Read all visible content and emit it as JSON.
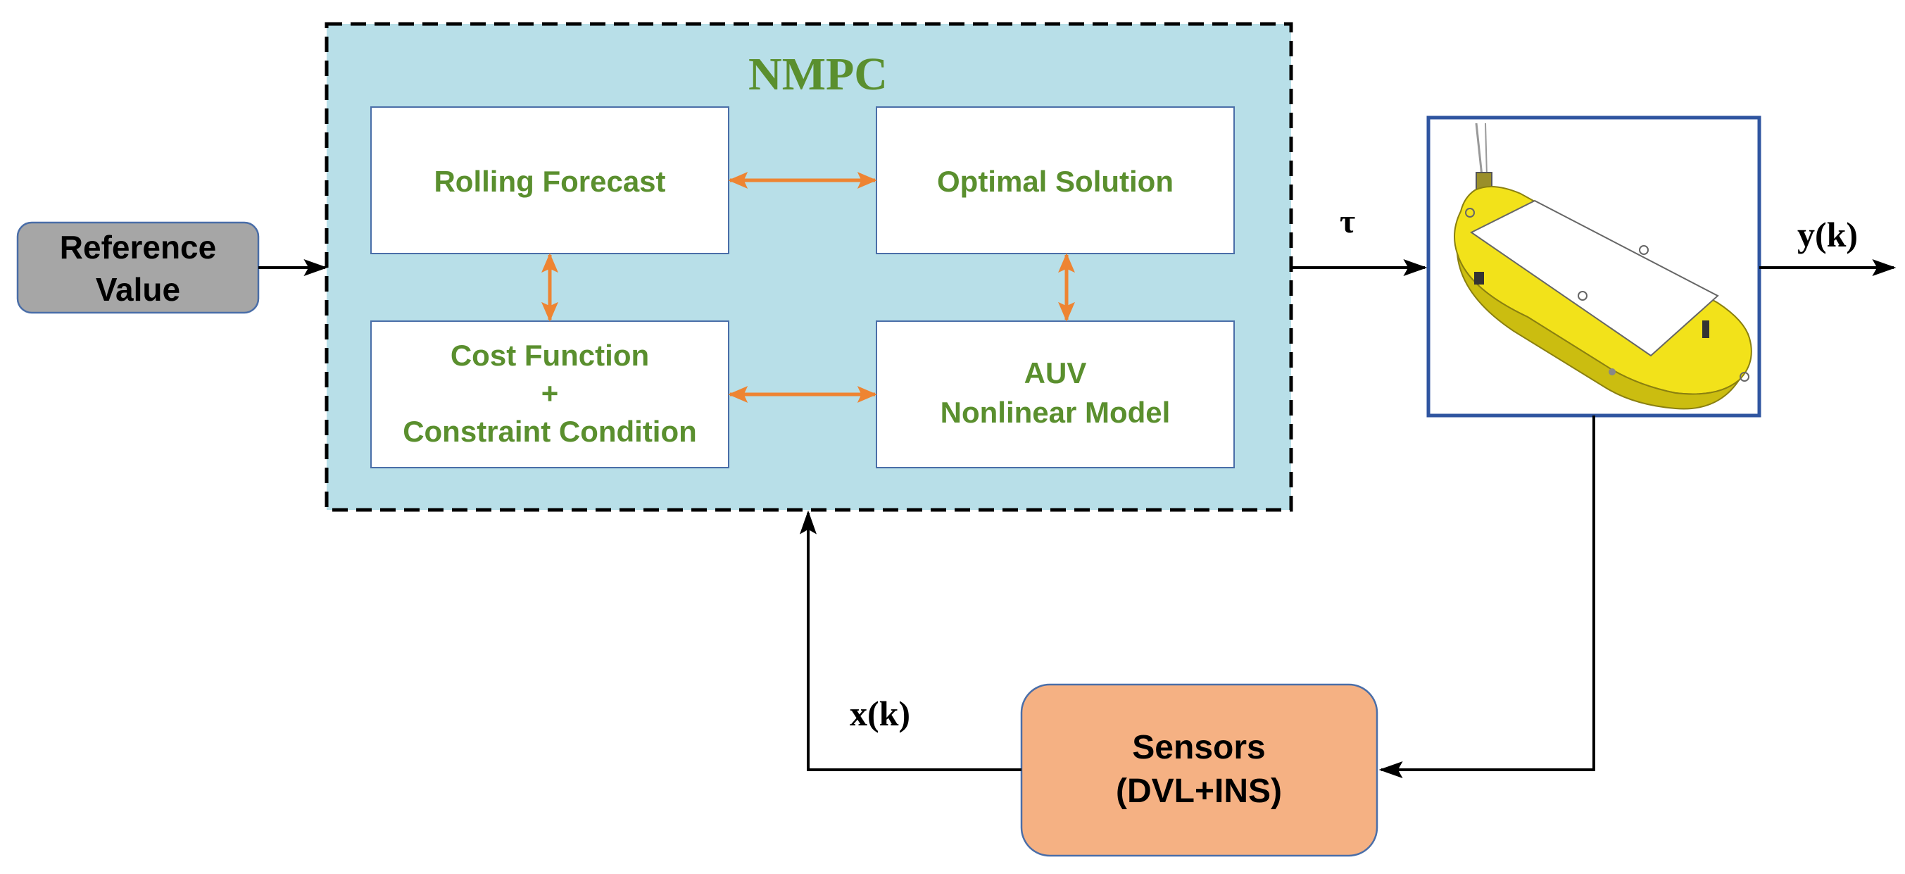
{
  "nmpc": {
    "title": "NMPC",
    "rolling_forecast": "Rolling Forecast",
    "optimal_solution": "Optimal Solution",
    "cost_function": {
      "line1": "Cost Function",
      "line2": "+",
      "line3": "Constraint Condition"
    },
    "auv_model": {
      "line1": "AUV",
      "line2": "Nonlinear Model"
    }
  },
  "reference": {
    "line1": "Reference",
    "line2": "Value"
  },
  "signals": {
    "tau": "τ",
    "output": "y(k)",
    "state": "x(k)"
  },
  "sensors": {
    "line1": "Sensors",
    "line2": "(DVL+INS)"
  },
  "colors": {
    "nmpc_background": "#b8dfe8",
    "green_text": "#5a8f2e",
    "orange_arrow": "#ee8432",
    "reference_fill": "#a6a6a6",
    "box_border": "#4a6ea8",
    "sensors_fill": "#f5b183",
    "auv_body": "#f2e21a",
    "plant_border": "#2f55a0"
  }
}
